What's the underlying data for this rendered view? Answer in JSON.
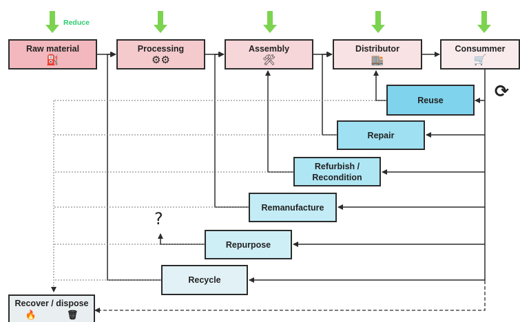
{
  "reduce_label": "Reduce",
  "stages": {
    "raw": {
      "label": "Raw material",
      "icon": "oil-pump-icon",
      "glyph": "⛽",
      "color": "#F2B8BD"
    },
    "processing": {
      "label": "Processing",
      "icon": "gears-icon",
      "glyph": "⚙⚙",
      "color": "#F4CACD"
    },
    "assembly": {
      "label": "Assembly",
      "icon": "tools-icon",
      "glyph": "🛠",
      "color": "#F6D6D8"
    },
    "distributor": {
      "label": "Distributor",
      "icon": "warehouse-icon",
      "glyph": "🏬",
      "color": "#F8E2E3"
    },
    "consumer": {
      "label": "Consummer",
      "icon": "shopping-cart-icon",
      "glyph": "🛒",
      "color": "#F9EBEC"
    }
  },
  "loops": {
    "reuse": {
      "label": "Reuse",
      "color": "#7FD3EC"
    },
    "repair": {
      "label": "Repair",
      "color": "#9FE0F2"
    },
    "refurbish": {
      "line1": "Refurbish /",
      "line2": "Recondition",
      "color": "#AEE6F4"
    },
    "remanufacture": {
      "label": "Remanufacture",
      "color": "#C3ECF6"
    },
    "repurpose": {
      "label": "Repurpose",
      "color": "#CFEFF7"
    },
    "recycle": {
      "label": "Recycle",
      "color": "#E1F1F5"
    }
  },
  "recover": {
    "label": "Recover / dispose",
    "icons": [
      "flame-icon",
      "trash-icon"
    ],
    "color": "#E9EEF0"
  },
  "question_mark": "?",
  "cycle_glyph": "⟳",
  "colors": {
    "arrow_green": "#7CD34F",
    "text_green": "#2ECC71",
    "line": "#2b2b2b"
  }
}
